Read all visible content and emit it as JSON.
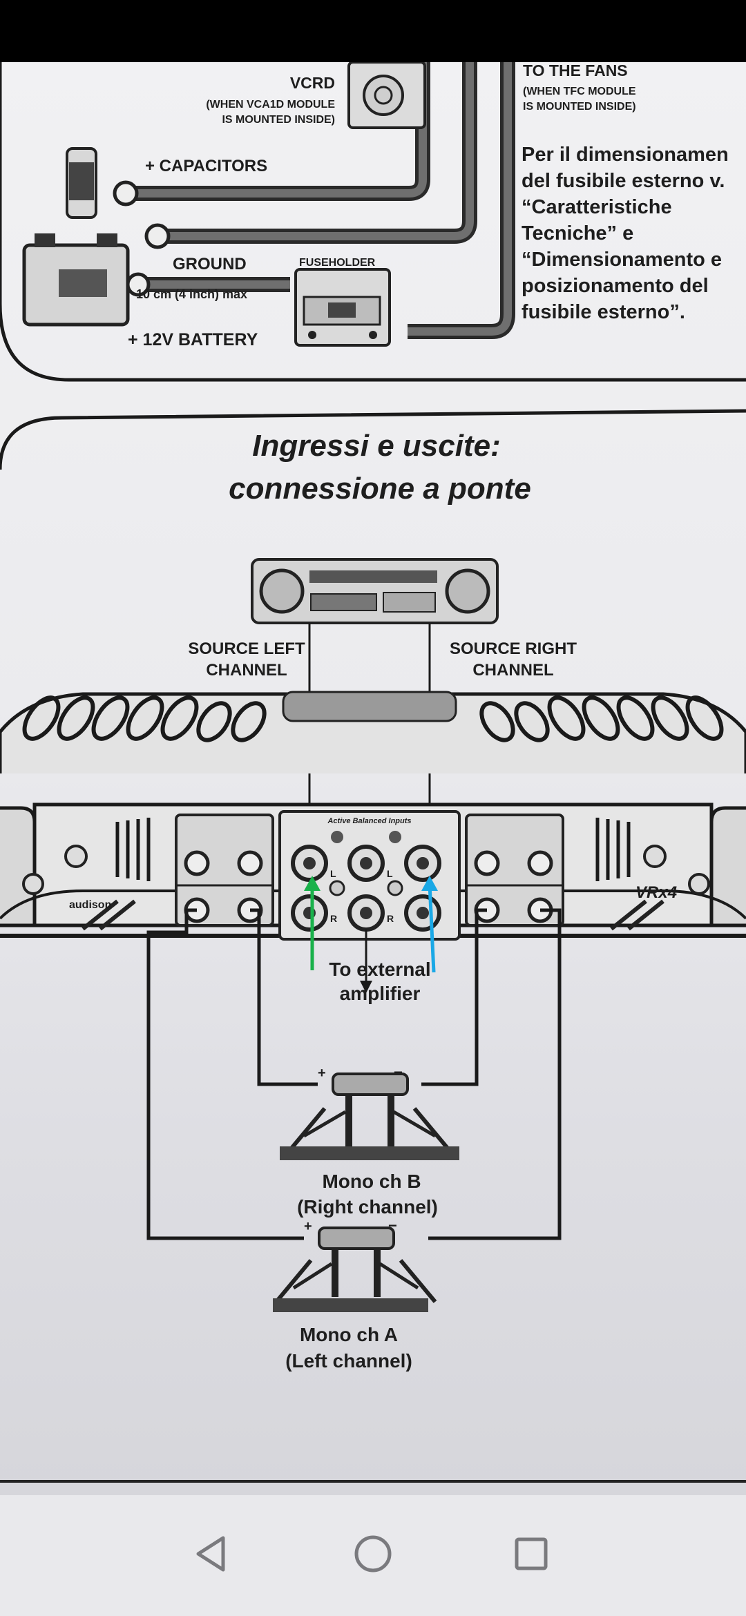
{
  "top_panel": {
    "vcrd_label": "VCRD",
    "vcrd_note_1": "(WHEN VCA1D MODULE",
    "vcrd_note_2": "IS MOUNTED INSIDE)",
    "fans_label": "TO THE FANS",
    "fans_note_1": "(WHEN TFC MODULE",
    "fans_note_2": "IS MOUNTED INSIDE)",
    "capacitors_label": "+ CAPACITORS",
    "ground_label": "GROUND",
    "fuseholder_label": "FUSEHOLDER",
    "length_label": "10 cm (4 inch) max",
    "battery_label": "+ 12V BATTERY",
    "side_text": [
      "Per il dimensionamen",
      "del fusibile esterno v.",
      "“Caratteristiche",
      "Tecniche” e",
      "“Dimensionamento e",
      "posizionamento del",
      "fusibile esterno”."
    ]
  },
  "bottom_panel": {
    "title_line1": "Ingressi e uscite:",
    "title_line2": "connessione a ponte",
    "source_left_1": "SOURCE LEFT",
    "source_left_2": "CHANNEL",
    "source_right_1": "SOURCE RIGHT",
    "source_right_2": "CHANNEL",
    "amp_brand": "audison",
    "amp_model": "VRx4",
    "rca_panel_label": "Active Balanced Inputs",
    "label_L": "L",
    "label_R": "R",
    "external_1": "To external",
    "external_2": "amplifier",
    "speaker_b_1": "Mono ch B",
    "speaker_b_2": "(Right channel)",
    "speaker_a_1": "Mono ch A",
    "speaker_a_2": "(Left channel)",
    "plus": "+",
    "minus": "−"
  },
  "annotations": {
    "green_arrow_color": "#19b14a",
    "blue_arrow_color": "#1aa8e6"
  },
  "nav": {
    "back_icon": "back-triangle-icon",
    "home_icon": "home-circle-icon",
    "recents_icon": "recents-square-icon"
  }
}
